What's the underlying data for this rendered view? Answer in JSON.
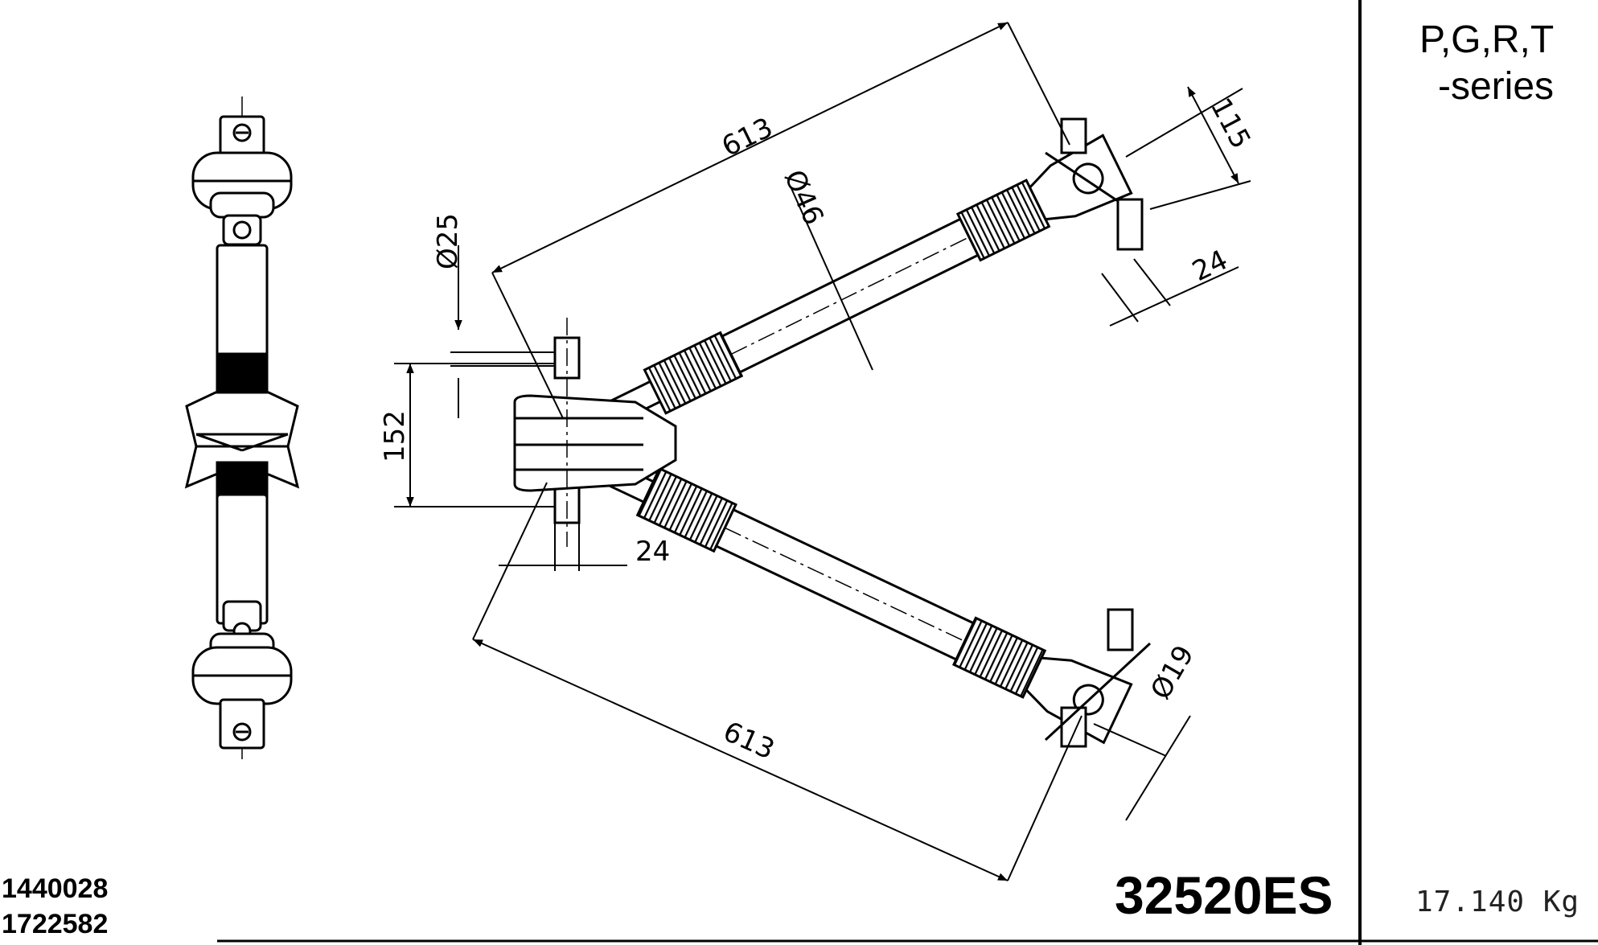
{
  "series": {
    "line1": "P,G,R,T",
    "line2": "-series"
  },
  "part_number": "32520ES",
  "weight": "17.140 Kg",
  "reference_codes": [
    "1440028",
    "1722582"
  ],
  "dimensions": {
    "upper_arm_length": "613",
    "lower_arm_length": "613",
    "tube_diameter": "Ø46",
    "apex_pin_diameter": "Ø25",
    "end_pin_diameter": "Ø19",
    "apex_height": "152",
    "apex_pin_width": "24",
    "end_pin_width": "24",
    "end_bush_length": "115"
  },
  "colors": {
    "ink": "#000000",
    "paper": "#ffffff"
  }
}
